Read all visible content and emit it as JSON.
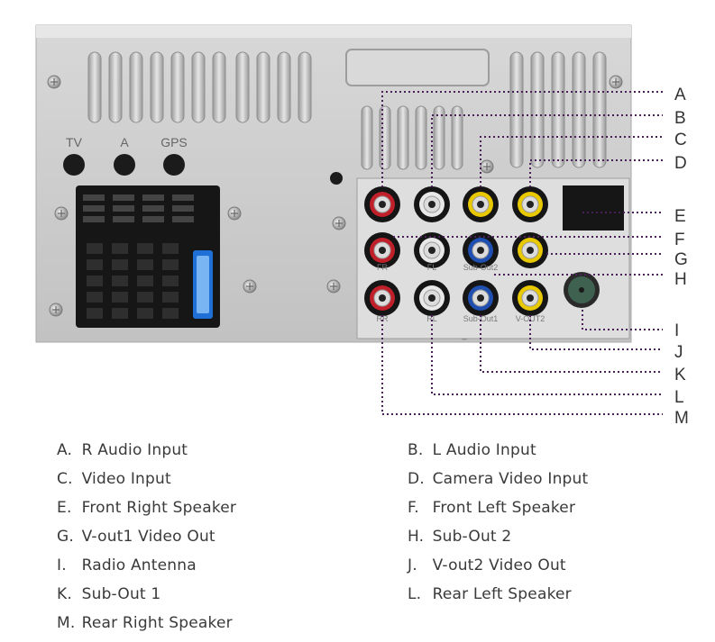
{
  "panel_labels": {
    "tv": "TV",
    "a": "A",
    "gps": "GPS",
    "fr": "FR",
    "fl": "FL",
    "sub_out2": "Sub-Out2",
    "rr": "RR",
    "rl": "RL",
    "sub_out1": "Sub-Out1",
    "v_out2": "V-OUT2"
  },
  "callout_letters": [
    "A",
    "B",
    "C",
    "D",
    "E",
    "F",
    "G",
    "H",
    "I",
    "J",
    "K",
    "L",
    "M"
  ],
  "legend": [
    {
      "letter": "A.",
      "text": "R Audio Input"
    },
    {
      "letter": "B.",
      "text": "L Audio Input"
    },
    {
      "letter": "C.",
      "text": "Video Input"
    },
    {
      "letter": "D.",
      "text": "Camera Video Input"
    },
    {
      "letter": "E.",
      "text": "Front Right Speaker"
    },
    {
      "letter": "F.",
      "text": "Front Left Speaker"
    },
    {
      "letter": "G.",
      "text": "V-out1 Video Out"
    },
    {
      "letter": "H.",
      "text": "Sub-Out 2"
    },
    {
      "letter": "I.",
      "text": "Radio Antenna"
    },
    {
      "letter": "J.",
      "text": "V-out2 Video Out"
    },
    {
      "letter": "K.",
      "text": "Sub-Out 1"
    },
    {
      "letter": "L.",
      "text": "Rear Left Speaker"
    },
    {
      "letter": "M.",
      "text": "Rear Right Speaker"
    }
  ],
  "colors": {
    "chassis": "#c9c9c9",
    "rca_red": "#c0202a",
    "rca_white": "#e8e8e8",
    "rca_yellow": "#e8c800",
    "rca_blue": "#1f4fb0",
    "callout_line": "#4a1f5a",
    "antenna": "#3f6150"
  }
}
